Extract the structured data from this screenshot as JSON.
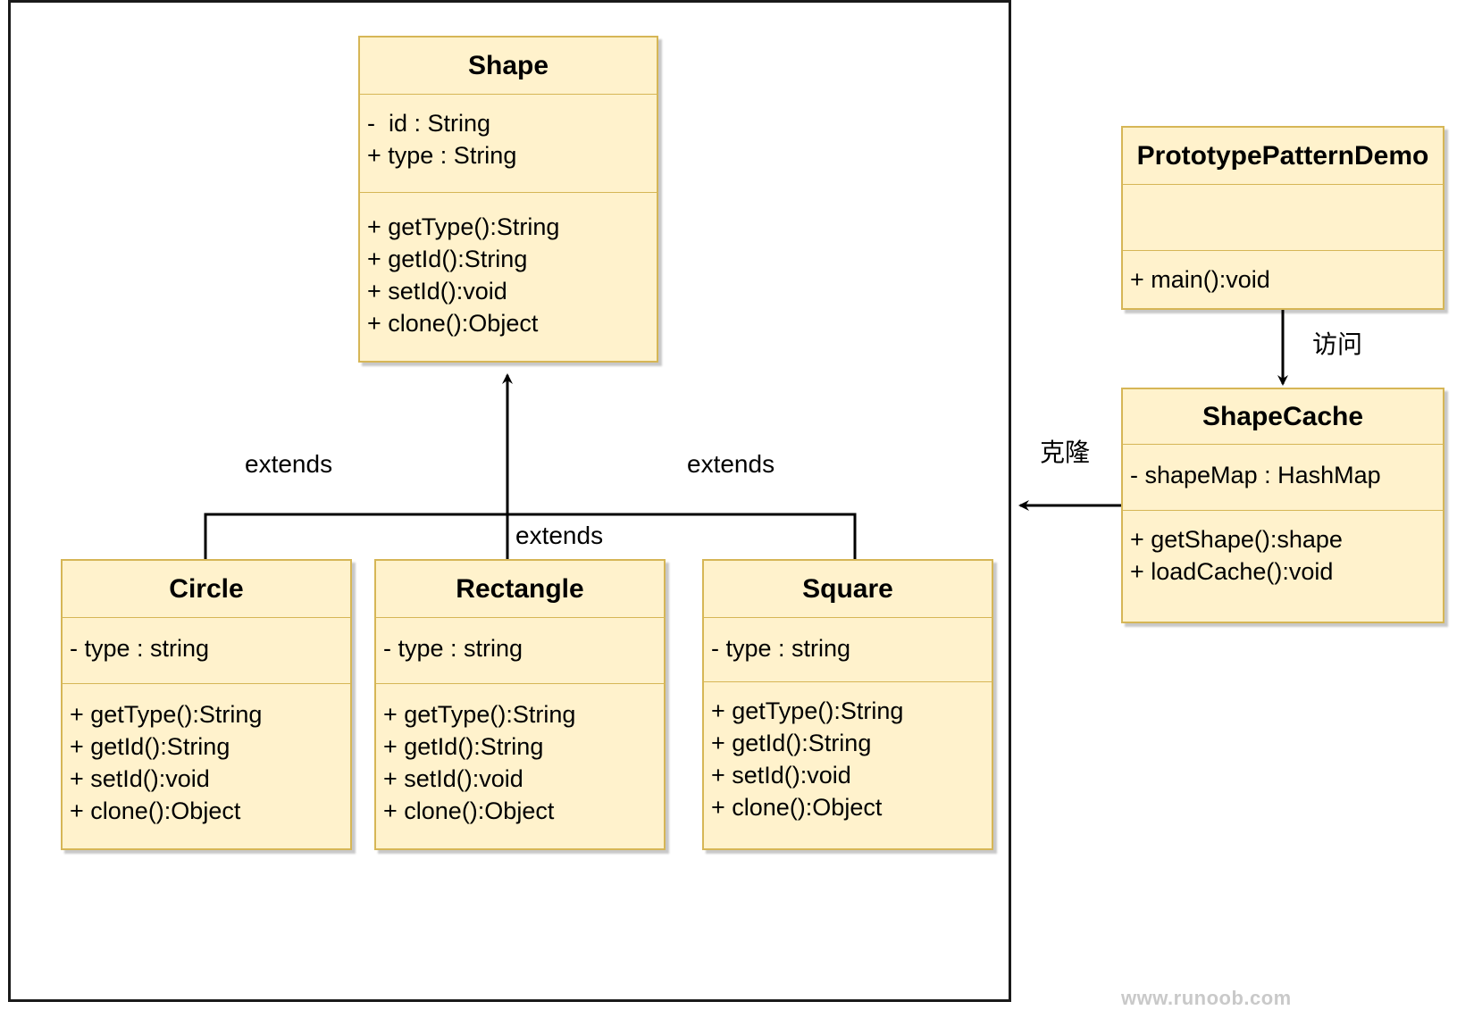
{
  "classes": {
    "shape": {
      "name": "Shape",
      "attributes": [
        "-  id : String",
        "+ type : String"
      ],
      "methods": [
        "+ getType():String",
        "+ getId():String",
        "+ setId():void",
        "+ clone():Object"
      ]
    },
    "circle": {
      "name": "Circle",
      "attributes": [
        "- type : string"
      ],
      "methods": [
        "+ getType():String",
        "+ getId():String",
        "+ setId():void",
        "+ clone():Object"
      ]
    },
    "rectangle": {
      "name": "Rectangle",
      "attributes": [
        "- type : string"
      ],
      "methods": [
        "+ getType():String",
        "+ getId():String",
        "+ setId():void",
        "+ clone():Object"
      ]
    },
    "square": {
      "name": "Square",
      "attributes": [
        "- type : string"
      ],
      "methods": [
        "+ getType():String",
        "+ getId():String",
        "+ setId():void",
        "+ clone():Object"
      ]
    },
    "demo": {
      "name": "PrototypePatternDemo",
      "attributes": [],
      "methods": [
        "+ main():void"
      ]
    },
    "cache": {
      "name": "ShapeCache",
      "attributes": [
        "- shapeMap : HashMap"
      ],
      "methods": [
        "+ getShape():shape",
        "+ loadCache():void"
      ]
    }
  },
  "labels": {
    "extends_left": "extends",
    "extends_center": "extends",
    "extends_right": "extends",
    "access": "访问",
    "clone": "克隆"
  },
  "watermark": "www.runoob.com",
  "colors": {
    "class_fill": "#fff2cc",
    "class_border": "#d6b656",
    "line": "#000000"
  }
}
